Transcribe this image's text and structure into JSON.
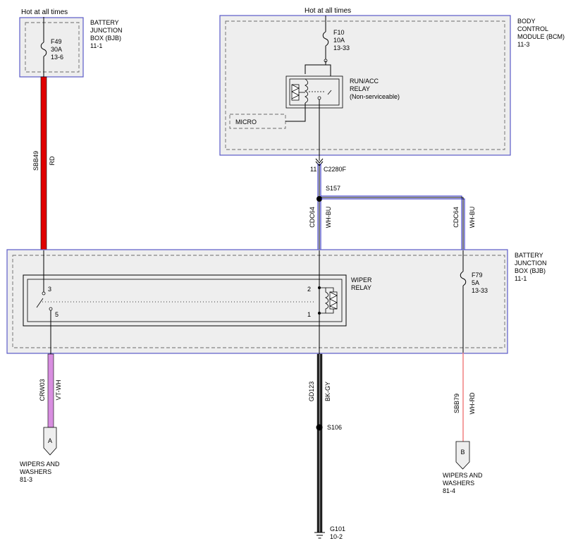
{
  "hot_left": "Hot at all times",
  "hot_right": "Hot at all times",
  "bjb_top": {
    "line1": "BATTERY",
    "line2": "JUNCTION",
    "line3": "BOX (BJB)",
    "ref": "11-1"
  },
  "fuse_f49": {
    "name": "F49",
    "rating": "30A",
    "ref": "13-6"
  },
  "bcm": {
    "line1": "BODY",
    "line2": "CONTROL",
    "line3": "MODULE (BCM)",
    "ref": "11-3"
  },
  "fuse_f10": {
    "name": "F10",
    "rating": "10A",
    "ref": "13-33"
  },
  "run_acc_relay": {
    "line1": "RUN/ACC",
    "line2": "RELAY",
    "line3": "(Non-serviceable)"
  },
  "micro": "MICRO",
  "connector": {
    "pin": "11",
    "name": "C2280F"
  },
  "splice_s157": "S157",
  "wire_sbb49": {
    "circuit": "SBB49",
    "color": "RD",
    "hex": "#e00000"
  },
  "wire_cdc64_left": {
    "circuit": "CDC64",
    "color": "WH-BU"
  },
  "wire_cdc64_right": {
    "circuit": "CDC64",
    "color": "WH-BU"
  },
  "bjb_main": {
    "line1": "BATTERY",
    "line2": "JUNCTION",
    "line3": "BOX (BJB)",
    "ref": "11-1"
  },
  "wiper_relay": {
    "line1": "WIPER",
    "line2": "RELAY",
    "pin3": "3",
    "pin5": "5",
    "pin2": "2",
    "pin1": "1"
  },
  "fuse_f79": {
    "name": "F79",
    "rating": "5A",
    "ref": "13-33"
  },
  "wire_crw03": {
    "circuit": "CRW03",
    "color": "VT-WH",
    "hex": "#d88ee0"
  },
  "wire_gd123": {
    "circuit": "GD123",
    "color": "BK-GY"
  },
  "splice_s106": "S106",
  "wire_sbb79": {
    "circuit": "SBB79",
    "color": "WH-RD",
    "hex": "#f08080"
  },
  "offpage_a": {
    "letter": "A",
    "line1": "WIPERS AND",
    "line2": "WASHERS",
    "ref": "81-3"
  },
  "offpage_b": {
    "letter": "B",
    "line1": "WIPERS AND",
    "line2": "WASHERS",
    "ref": "81-4"
  },
  "ground_g101": {
    "name": "G101",
    "ref": "10-2"
  }
}
